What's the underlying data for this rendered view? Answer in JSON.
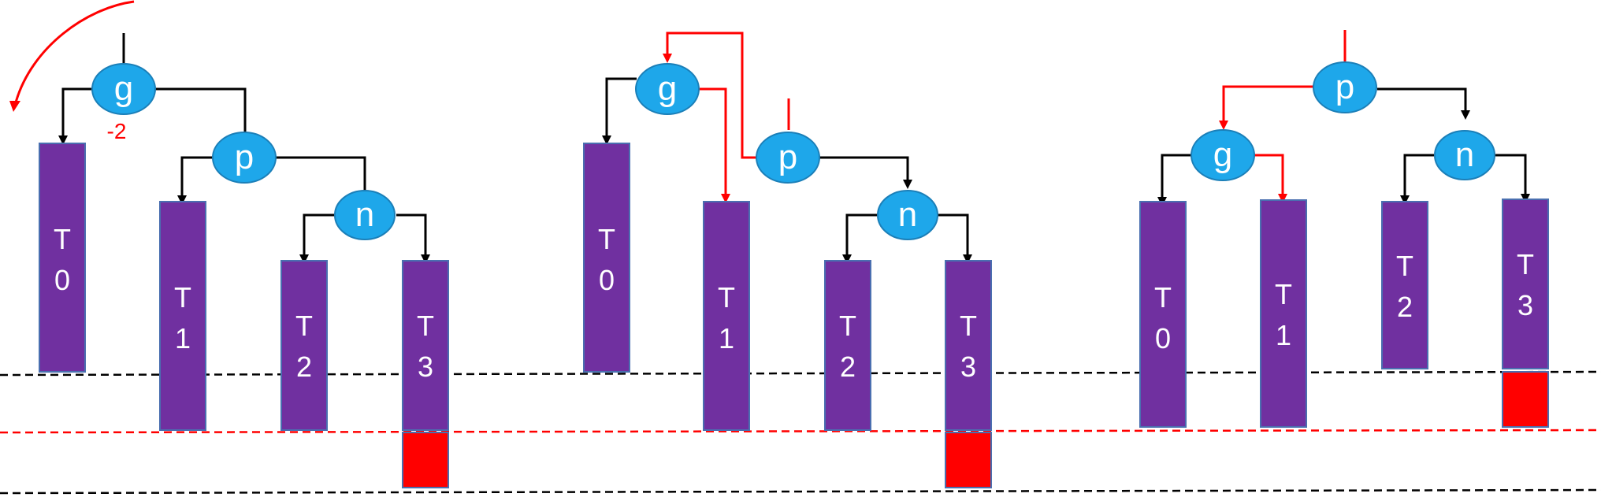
{
  "colors": {
    "node_fill": "#1ea7ea",
    "node_stroke": "#1b7fb8",
    "subtree_fill": "#7030a0",
    "subtree_stroke": "#4a6fb0",
    "added_block": "#ff0000",
    "edge_default": "#000000",
    "edge_changed": "#ff0000"
  },
  "panels": [
    {
      "nodes": [
        {
          "label": "g"
        },
        {
          "label": "p"
        },
        {
          "label": "n"
        }
      ],
      "subtrees": [
        {
          "t": "T",
          "n": "0"
        },
        {
          "t": "T",
          "n": "1"
        },
        {
          "t": "T",
          "n": "2"
        },
        {
          "t": "T",
          "n": "3"
        }
      ],
      "balance_factor": "-2"
    },
    {
      "nodes": [
        {
          "label": "g"
        },
        {
          "label": "p"
        },
        {
          "label": "n"
        }
      ],
      "subtrees": [
        {
          "t": "T",
          "n": "0"
        },
        {
          "t": "T",
          "n": "1"
        },
        {
          "t": "T",
          "n": "2"
        },
        {
          "t": "T",
          "n": "3"
        }
      ]
    },
    {
      "nodes": [
        {
          "label": "p"
        },
        {
          "label": "g"
        },
        {
          "label": "n"
        }
      ],
      "subtrees": [
        {
          "t": "T",
          "n": "0"
        },
        {
          "t": "T",
          "n": "1"
        },
        {
          "t": "T",
          "n": "2"
        },
        {
          "t": "T",
          "n": "3"
        }
      ]
    }
  ]
}
